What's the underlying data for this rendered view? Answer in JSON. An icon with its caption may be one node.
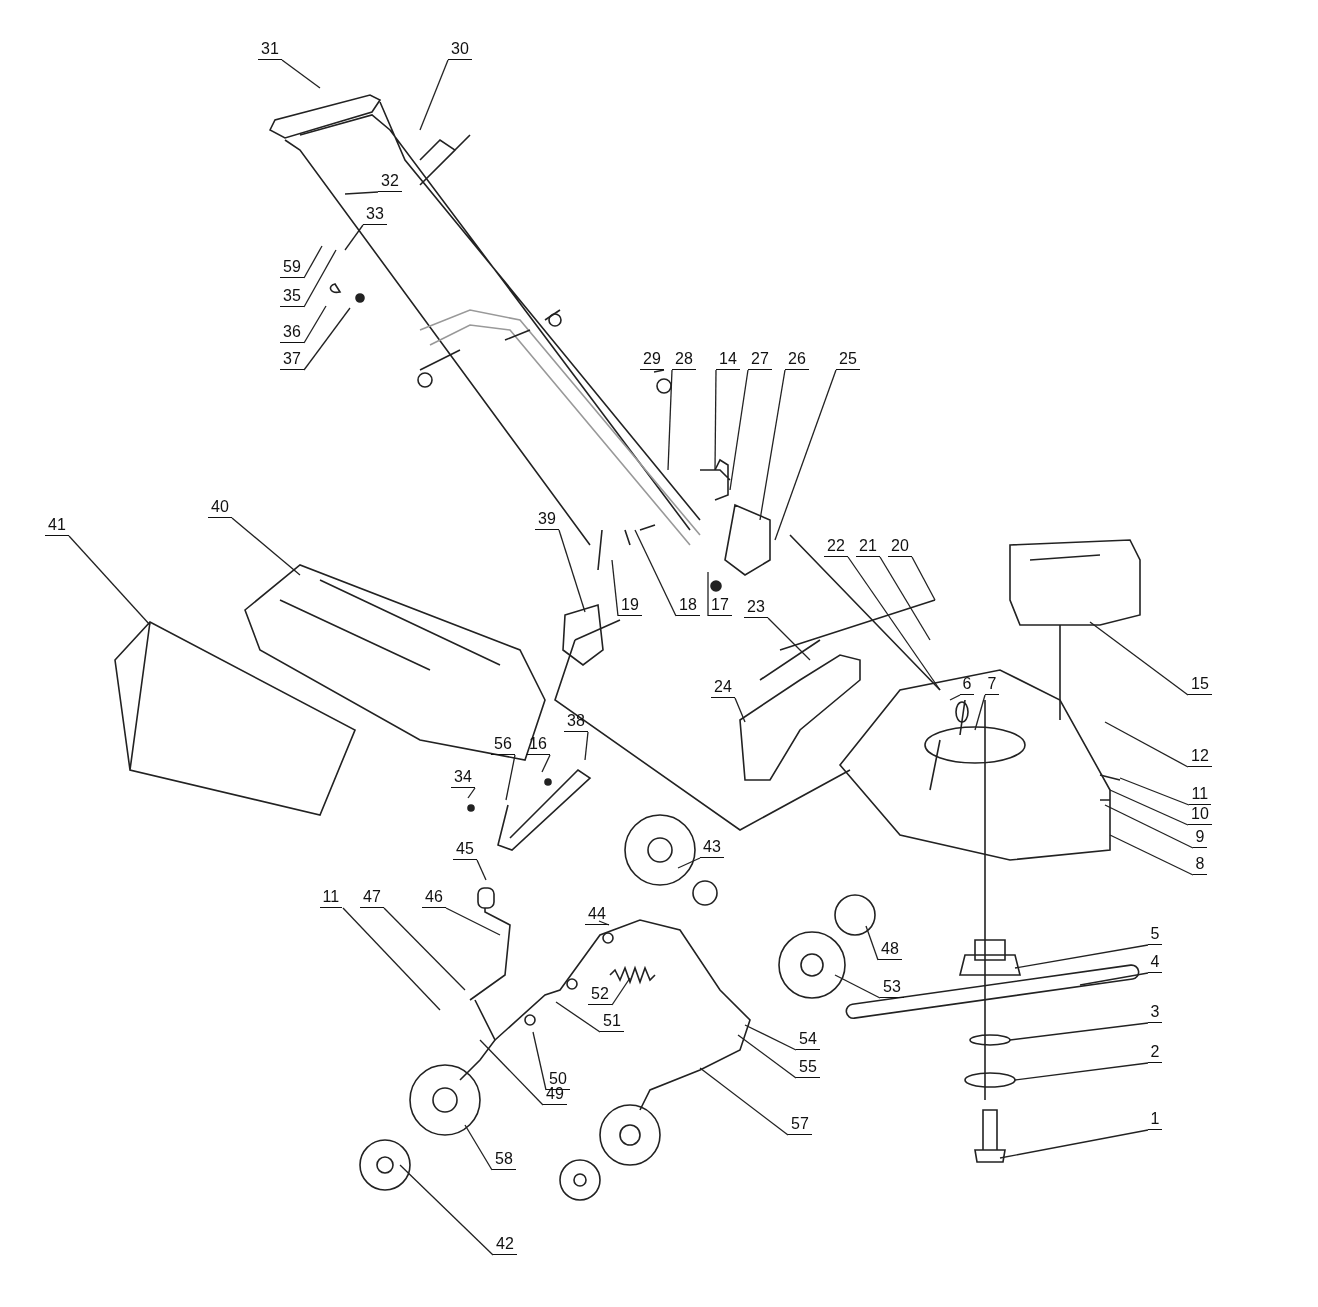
{
  "diagram": {
    "nodes": [
      {
        "text": [
          "31"
        ]
      },
      {
        "text": [
          "30"
        ]
      },
      {
        "text": [
          "32"
        ]
      },
      {
        "text": [
          "33"
        ]
      },
      {
        "text": [
          "59"
        ]
      },
      {
        "text": [
          "35"
        ]
      },
      {
        "text": [
          "36"
        ]
      },
      {
        "text": [
          "37"
        ]
      },
      {
        "text": [
          "29"
        ]
      },
      {
        "text": [
          "28"
        ]
      },
      {
        "text": [
          "14"
        ]
      },
      {
        "text": [
          "27"
        ]
      },
      {
        "text": [
          "26"
        ]
      },
      {
        "text": [
          "25"
        ]
      },
      {
        "text": [
          "40"
        ]
      },
      {
        "text": [
          "41"
        ]
      },
      {
        "text": [
          "39"
        ]
      },
      {
        "text": [
          "19"
        ]
      },
      {
        "text": [
          "18"
        ]
      },
      {
        "text": [
          "17"
        ]
      },
      {
        "text": [
          "22"
        ]
      },
      {
        "text": [
          "21"
        ]
      },
      {
        "text": [
          "20"
        ]
      },
      {
        "text": [
          "23"
        ]
      },
      {
        "text": [
          "24"
        ]
      },
      {
        "text": [
          "6"
        ]
      },
      {
        "text": [
          "7"
        ]
      },
      {
        "text": [
          "15"
        ]
      },
      {
        "text": [
          "12"
        ]
      },
      {
        "text": [
          "11"
        ]
      },
      {
        "text": [
          "10"
        ]
      },
      {
        "text": [
          "9"
        ]
      },
      {
        "text": [
          "8"
        ]
      },
      {
        "text": [
          "38"
        ]
      },
      {
        "text": [
          "16"
        ]
      },
      {
        "text": [
          "56"
        ]
      },
      {
        "text": [
          "34"
        ]
      },
      {
        "text": [
          "45"
        ]
      },
      {
        "text": [
          "43"
        ]
      },
      {
        "text": [
          "44"
        ]
      },
      {
        "text": [
          "11"
        ]
      },
      {
        "text": [
          "47"
        ]
      },
      {
        "text": [
          "46"
        ]
      },
      {
        "text": [
          "48"
        ]
      },
      {
        "text": [
          "5"
        ]
      },
      {
        "text": [
          "4"
        ]
      },
      {
        "text": [
          "53"
        ]
      },
      {
        "text": [
          "52"
        ]
      },
      {
        "text": [
          "51"
        ]
      },
      {
        "text": [
          "54"
        ]
      },
      {
        "text": [
          "55"
        ]
      },
      {
        "text": [
          "3"
        ]
      },
      {
        "text": [
          "2"
        ]
      },
      {
        "text": [
          "50"
        ]
      },
      {
        "text": [
          "49"
        ]
      },
      {
        "text": [
          "57"
        ]
      },
      {
        "text": [
          "1"
        ]
      },
      {
        "text": [
          "58"
        ]
      },
      {
        "text": [
          "42"
        ]
      }
    ],
    "edges": [
      {
        "from": 0,
        "to": null,
        "arrow": "none"
      },
      {
        "from": 1,
        "to": null,
        "arrow": "none"
      },
      {
        "from": 2,
        "to": null,
        "arrow": "none"
      },
      {
        "from": 3,
        "to": null,
        "arrow": "none"
      },
      {
        "from": 4,
        "to": null,
        "arrow": "none"
      },
      {
        "from": 5,
        "to": null,
        "arrow": "none"
      },
      {
        "from": 6,
        "to": null,
        "arrow": "none"
      },
      {
        "from": 7,
        "to": null,
        "arrow": "none"
      },
      {
        "from": 8,
        "to": null,
        "arrow": "none"
      },
      {
        "from": 9,
        "to": null,
        "arrow": "none"
      },
      {
        "from": 10,
        "to": null,
        "arrow": "none"
      },
      {
        "from": 11,
        "to": null,
        "arrow": "none"
      },
      {
        "from": 12,
        "to": null,
        "arrow": "none"
      },
      {
        "from": 13,
        "to": null,
        "arrow": "none"
      },
      {
        "from": 14,
        "to": null,
        "arrow": "none"
      },
      {
        "from": 15,
        "to": null,
        "arrow": "none"
      },
      {
        "from": 16,
        "to": null,
        "arrow": "none"
      },
      {
        "from": 17,
        "to": null,
        "arrow": "none"
      },
      {
        "from": 18,
        "to": null,
        "arrow": "none"
      },
      {
        "from": 19,
        "to": null,
        "arrow": "none"
      },
      {
        "from": 20,
        "to": null,
        "arrow": "none"
      },
      {
        "from": 21,
        "to": null,
        "arrow": "none"
      },
      {
        "from": 22,
        "to": null,
        "arrow": "none"
      },
      {
        "from": 23,
        "to": null,
        "arrow": "none"
      },
      {
        "from": 24,
        "to": null,
        "arrow": "none"
      },
      {
        "from": 25,
        "to": null,
        "arrow": "none"
      },
      {
        "from": 26,
        "to": null,
        "arrow": "none"
      },
      {
        "from": 27,
        "to": null,
        "arrow": "none"
      },
      {
        "from": 28,
        "to": null,
        "arrow": "none"
      },
      {
        "from": 29,
        "to": null,
        "arrow": "none"
      },
      {
        "from": 30,
        "to": null,
        "arrow": "none"
      },
      {
        "from": 31,
        "to": null,
        "arrow": "none"
      },
      {
        "from": 32,
        "to": null,
        "arrow": "none"
      },
      {
        "from": 33,
        "to": null,
        "arrow": "none"
      },
      {
        "from": 34,
        "to": null,
        "arrow": "none"
      },
      {
        "from": 35,
        "to": null,
        "arrow": "none"
      },
      {
        "from": 36,
        "to": null,
        "arrow": "none"
      },
      {
        "from": 37,
        "to": null,
        "arrow": "none"
      },
      {
        "from": 38,
        "to": null,
        "arrow": "none"
      },
      {
        "from": 39,
        "to": null,
        "arrow": "none"
      },
      {
        "from": 40,
        "to": null,
        "arrow": "none"
      },
      {
        "from": 41,
        "to": null,
        "arrow": "none"
      },
      {
        "from": 42,
        "to": null,
        "arrow": "none"
      },
      {
        "from": 43,
        "to": null,
        "arrow": "none"
      },
      {
        "from": 44,
        "to": null,
        "arrow": "none"
      },
      {
        "from": 45,
        "to": null,
        "arrow": "none"
      },
      {
        "from": 46,
        "to": null,
        "arrow": "none"
      },
      {
        "from": 47,
        "to": null,
        "arrow": "none"
      },
      {
        "from": 48,
        "to": null,
        "arrow": "none"
      },
      {
        "from": 49,
        "to": null,
        "arrow": "none"
      },
      {
        "from": 50,
        "to": null,
        "arrow": "none"
      },
      {
        "from": 51,
        "to": null,
        "arrow": "none"
      },
      {
        "from": 52,
        "to": null,
        "arrow": "none"
      },
      {
        "from": 53,
        "to": null,
        "arrow": "none"
      },
      {
        "from": 54,
        "to": null,
        "arrow": "none"
      },
      {
        "from": 55,
        "to": null,
        "arrow": "none"
      },
      {
        "from": 56,
        "to": null,
        "arrow": "none"
      },
      {
        "from": 57,
        "to": null,
        "arrow": "none"
      },
      {
        "from": 58,
        "to": null,
        "arrow": "none"
      }
    ]
  }
}
